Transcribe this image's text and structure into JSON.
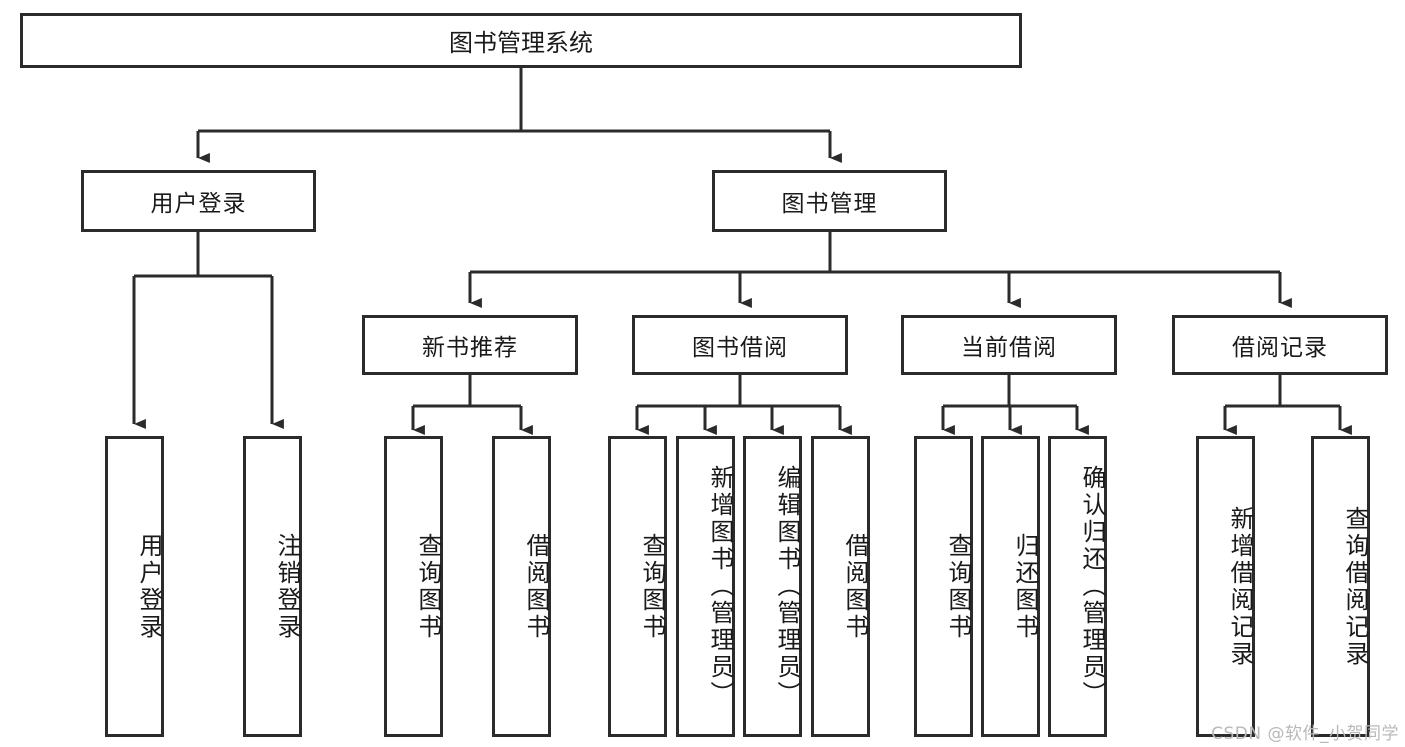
{
  "diagram": {
    "title": "图书管理系统",
    "type": "tree",
    "orientation": "top-down",
    "root": {
      "id": "root",
      "label": "图书管理系统"
    },
    "level2": [
      {
        "id": "user-login",
        "label": "用户登录"
      },
      {
        "id": "book-management",
        "label": "图书管理"
      }
    ],
    "level3": [
      {
        "id": "new-book-recommend",
        "label": "新书推荐",
        "parent": "book-management"
      },
      {
        "id": "book-borrow",
        "label": "图书借阅",
        "parent": "book-management"
      },
      {
        "id": "current-borrow",
        "label": "当前借阅",
        "parent": "book-management"
      },
      {
        "id": "borrow-record",
        "label": "借阅记录",
        "parent": "book-management"
      }
    ],
    "leaves": [
      {
        "id": "leaf-user-login",
        "label": "用户登录",
        "parent": "user-login"
      },
      {
        "id": "leaf-logout-login",
        "label": "注销登录",
        "parent": "user-login"
      },
      {
        "id": "leaf-query-book-1",
        "label": "查询图书",
        "parent": "new-book-recommend"
      },
      {
        "id": "leaf-borrow-book-1",
        "label": "借阅图书",
        "parent": "new-book-recommend"
      },
      {
        "id": "leaf-query-book-2",
        "label": "查询图书",
        "parent": "book-borrow"
      },
      {
        "id": "leaf-add-book-admin",
        "label": "新增图书（管理员）",
        "parent": "book-borrow"
      },
      {
        "id": "leaf-edit-book-admin",
        "label": "编辑图书（管理员）",
        "parent": "book-borrow"
      },
      {
        "id": "leaf-borrow-book-2",
        "label": "借阅图书",
        "parent": "book-borrow"
      },
      {
        "id": "leaf-query-book-3",
        "label": "查询图书",
        "parent": "current-borrow"
      },
      {
        "id": "leaf-return-book",
        "label": "归还图书",
        "parent": "current-borrow"
      },
      {
        "id": "leaf-confirm-return-admin",
        "label": "确认归还（管理员）",
        "parent": "current-borrow"
      },
      {
        "id": "leaf-add-borrow-record",
        "label": "新增借阅记录",
        "parent": "borrow-record"
      },
      {
        "id": "leaf-query-borrow-record",
        "label": "查询借阅记录",
        "parent": "borrow-record"
      }
    ],
    "colors": {
      "stroke": "#2b2b2b",
      "fill": "#ffffff",
      "text": "#1a1a1a",
      "watermark": "#b9b9b9"
    }
  },
  "watermark": {
    "text": "CSDN @软件_小贺同学"
  }
}
